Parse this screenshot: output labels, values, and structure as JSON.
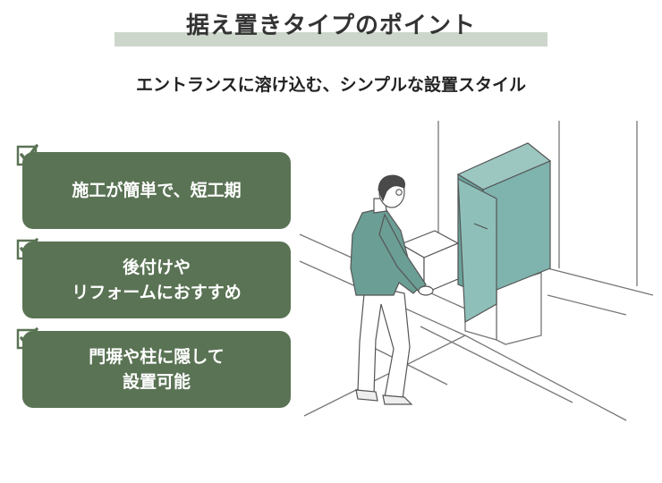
{
  "header": {
    "title": "据え置きタイプのポイント",
    "subtitle": "エントランスに溶け込む、シンプルな設置スタイル"
  },
  "points": [
    {
      "lines": [
        "施工が簡単で、短工期"
      ]
    },
    {
      "lines": [
        "後付けや",
        "リフォームにおすすめ"
      ]
    },
    {
      "lines": [
        "門塀や柱に隠して",
        "設置可能"
      ]
    }
  ],
  "colors": {
    "card": "#5a7354",
    "title_bar": "#cdd6cb",
    "locker": "#7fb3ad",
    "sweater": "#6b9e95"
  },
  "icons": [
    "checkbox-check-icon"
  ],
  "illustration": "man-placing-package-into-delivery-locker"
}
